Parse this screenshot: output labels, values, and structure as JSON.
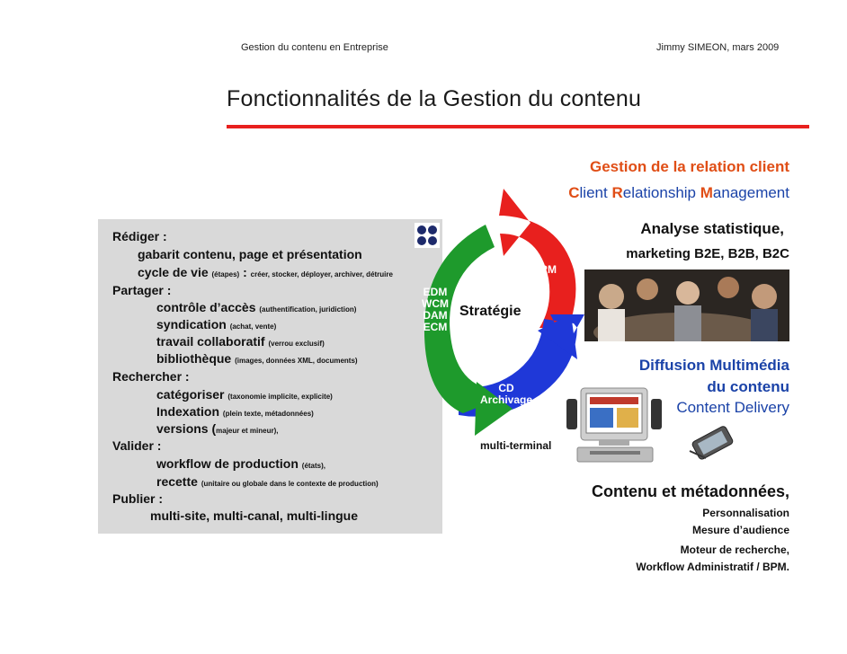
{
  "header": {
    "left": "Gestion du contenu en Entreprise",
    "right": "Jimmy SIMEON, mars 2009"
  },
  "title": "Fonctionnalités de la Gestion du contenu",
  "left_panel": {
    "lines": [
      {
        "main": "Rédiger :",
        "small": "",
        "tail": ""
      },
      {
        "main": "gabarit contenu, page et présentation",
        "small": "",
        "tail": ""
      },
      {
        "main": "cycle de vie ",
        "small": "(étapes)",
        "tail": " : ",
        "small2": "créer, stocker, déployer, archiver, détruire"
      },
      {
        "main": "Partager :",
        "small": "",
        "tail": ""
      },
      {
        "main": "contrôle d’accès ",
        "small": "(authentification, juridiction)",
        "tail": ""
      },
      {
        "main": "syndication ",
        "small": "(achat, vente)",
        "tail": ""
      },
      {
        "main": "travail collaboratif ",
        "small": "(verrou exclusif)",
        "tail": ""
      },
      {
        "main": "bibliothèque ",
        "small": "(images,  données XML, documents)",
        "tail": ""
      },
      {
        "main": "Rechercher :",
        "small": "",
        "tail": ""
      },
      {
        "main": "catégoriser ",
        "small": "(taxonomie implicite, explicite)",
        "tail": ""
      },
      {
        "main": "Indexation ",
        "small": "(plein texte, métadonnées)",
        "tail": ""
      },
      {
        "main": "versions (",
        "small": "majeur et mineur),",
        "tail": ""
      },
      {
        "main": "Valider :",
        "small": "",
        "tail": ""
      },
      {
        "main": "workflow de production ",
        "small": "(états),",
        "tail": ""
      },
      {
        "main": "recette ",
        "small": "(unitaire ou globale dans le contexte de production)",
        "tail": ""
      },
      {
        "main": "Publier :",
        "small": "",
        "tail": ""
      },
      {
        "main": "multi-site, multi-canal, multi-lingue",
        "small": "",
        "tail": ""
      }
    ]
  },
  "cycle": {
    "center": "Stratégie",
    "green_labels": [
      "EDM",
      "WCM",
      "DAM",
      "ECM"
    ],
    "red_label": "eCRM",
    "blue_labels": [
      "CD",
      "Archivage"
    ],
    "below": "multi-terminal",
    "colors": {
      "red": "#e8201e",
      "green": "#1e9a2c",
      "blue": "#1f38d8"
    }
  },
  "crm": {
    "line1": "Gestion de la relation client",
    "line2_parts": [
      "C",
      "lient ",
      "R",
      "elationship ",
      "M",
      "anagement"
    ],
    "analyse": "Analyse statistique,",
    "marketing": "marketing B2E, B2B, B2C"
  },
  "diffusion": {
    "line1": "Diffusion Multimédia",
    "line2": "du contenu",
    "line3": "Content Delivery"
  },
  "contenu": {
    "title": "Contenu et métadonnées,",
    "items": [
      "Personnalisation",
      "Mesure  d’audience",
      "Moteur de recherche,",
      "Workflow Administratif / BPM."
    ]
  }
}
